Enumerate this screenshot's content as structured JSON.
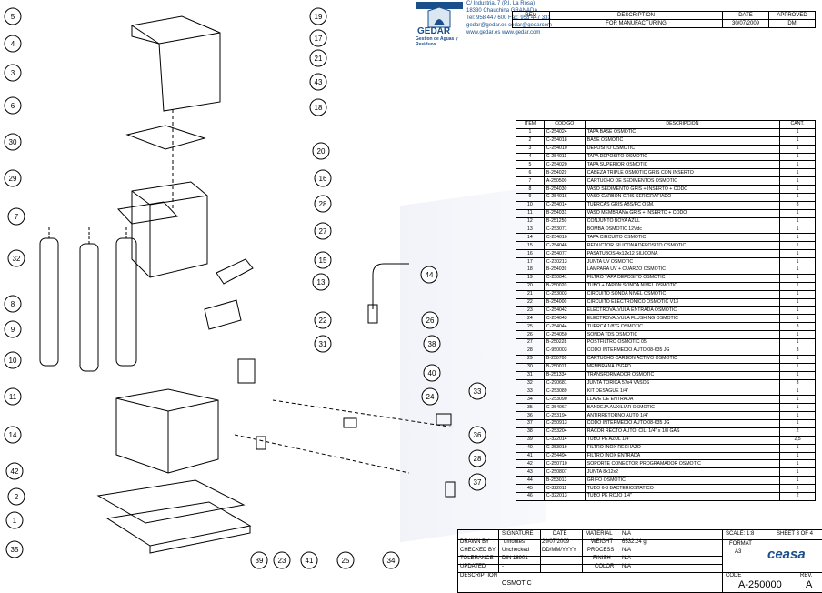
{
  "company": {
    "name": "GEDAR",
    "subtitle": "Gestion de Aguas y Residuos",
    "address_line1": "C/ Industria, 7    (P.I. La Rosa)",
    "address_line2": "18330 Chauchina GRANADA",
    "phone_line": "Tel: 958 447 600   Fax: 958 447 331",
    "email_line": "gedar@gedar.es   cedar@gedarcom",
    "web_line": "www.gedar.es   www.gedar.com",
    "phone_prefix": "Tel:",
    "phone_suffix": "1"
  },
  "revision_table": {
    "headers": [
      "REV.",
      "DESCRIPTION",
      "DATE",
      "APPROVED"
    ],
    "rows": [
      [
        "",
        "FOR MANUFACTURING",
        "30/07/2009",
        "DM"
      ]
    ]
  },
  "parts_list": {
    "headers": [
      "ITEM",
      "CÓDIGO",
      "DESCRIPCIÓN",
      "CANT."
    ],
    "rows": [
      [
        "1",
        "C-254024",
        "TAPA BASE OSMOTIC",
        "1"
      ],
      [
        "2",
        "C-254018",
        "BASE OSMOTIC",
        "1"
      ],
      [
        "3",
        "C-254010",
        "DEPÓSITO OSMOTIC",
        "1"
      ],
      [
        "4",
        "C-254011",
        "TAPA DEPÓSITO OSMOTIC",
        "1"
      ],
      [
        "5",
        "C-254020",
        "TAPA SUPERIOR OSMOTIC",
        "1"
      ],
      [
        "6",
        "B-254029",
        "CABEZA TRIPLE OSMOTIC GRIS CON INSERTO",
        "1"
      ],
      [
        "7",
        "A-250500",
        "CARTUCHO DE SEDIMENTOS OSMOTIC",
        "1"
      ],
      [
        "8",
        "B-254030",
        "VASO SEDIMENTO GRIS + INSERTO + CODO",
        "1"
      ],
      [
        "9",
        "C-254016",
        "VASO CARBON GRIS SERIGRAFIADO",
        "1"
      ],
      [
        "10",
        "C-254014",
        "TUERCAS GRIS ABS/PC OSM.",
        "3"
      ],
      [
        "11",
        "B-254031",
        "VASO MEMBRANA GRIS + INSERTO + CODO",
        "1"
      ],
      [
        "12",
        "B-251250",
        "CONJUNTO BOYA AZUL",
        "1"
      ],
      [
        "13",
        "C-253071",
        "BOMBA OSMOTIC 12Vdc",
        "1"
      ],
      [
        "14",
        "C-254010",
        "TAPA CIRCUITO OSMOTIC",
        "1"
      ],
      [
        "15",
        "C-254046",
        "REDUCTOR SILICONA DEPOSITO OSMOTIC",
        "1"
      ],
      [
        "16",
        "C-254077",
        "PASATUBOS 4x12x12 SILICONA",
        "1"
      ],
      [
        "17",
        "C-230213",
        "JUNTA UV OSMOTIC",
        "1"
      ],
      [
        "18",
        "B-254039",
        "LAMPARA UV + CUARZO OSMOTIC",
        "1"
      ],
      [
        "19",
        "C-250041",
        "FILTRO TAPA DEPÓSITO OSMOTIC",
        "1"
      ],
      [
        "20",
        "B-250020",
        "TUBO + TAPÓN SONDA NIVEL OSMOTIC",
        "1"
      ],
      [
        "21",
        "C-253003",
        "CIRCUITO SONDA NIVEL OSMOTIC",
        "1"
      ],
      [
        "22",
        "B-254000",
        "CIRCUITO ELECTRÓNICO OSMOTIC V13",
        "1"
      ],
      [
        "23",
        "C-254042",
        "ELECTROVALVULA ENTRADA OSMOTIC",
        "1"
      ],
      [
        "24",
        "C-254043",
        "ELECTROVALVULA FLUSHING OSMOTIC",
        "1"
      ],
      [
        "25",
        "C-254044",
        "TUERCA 1/8\"G OSMOTIC",
        "3"
      ],
      [
        "26",
        "C-254050",
        "SONDA TDS OSMOTIC",
        "1"
      ],
      [
        "27",
        "B-250228",
        "POSTFILTRO OSMOTIC 05",
        "1"
      ],
      [
        "28",
        "C-950003",
        "CODO INTERMEDIO AUTO 08-635 JG",
        "3"
      ],
      [
        "29",
        "B-250700",
        "CARTUCHO CARBÓN ACTIVO OSMOTIC",
        "1"
      ],
      [
        "30",
        "B-250011",
        "MEMBRANA 75GPD",
        "1"
      ],
      [
        "31",
        "B-251334",
        "TRANSFORMADOR OSMOTIC",
        "1"
      ],
      [
        "32",
        "C-290681",
        "JUNTA TÓRICA 57x4 VASOS",
        "3"
      ],
      [
        "33",
        "C-253089",
        "KIT DESAGUE 1/4\"",
        "1"
      ],
      [
        "34",
        "C-253090",
        "LLAVE DE ENTRADA",
        "1"
      ],
      [
        "35",
        "C-254067",
        "BANDEJA AUXILIAR OSMOTIC",
        "1"
      ],
      [
        "36",
        "C-253194",
        "ANTIRRETORNO AUTO 1/4\"",
        "1"
      ],
      [
        "37",
        "C-250913",
        "CODO INTERMEDIO AUTO 08-635 JG",
        "1"
      ],
      [
        "38",
        "C-253204",
        "RACOR RECTO AUTO. CIL. 1/4\" x 1/8 GAS",
        "2"
      ],
      [
        "39",
        "C-322014",
        "TUBO PE AZUL 1/4\"",
        "2,5"
      ],
      [
        "40",
        "C-253019",
        "FILTRO INOX RECHAZO",
        "1"
      ],
      [
        "41",
        "C-254494",
        "FILTRO INOX ENTRADA",
        "1"
      ],
      [
        "42",
        "C-250710",
        "SOPORTE CONECTOR PROGRAMADOR OSMOTIC",
        "1"
      ],
      [
        "43",
        "C-250807",
        "JUNTA 8x12x2",
        "1"
      ],
      [
        "44",
        "B-253013",
        "GRIFO OSMOTIC",
        "1"
      ],
      [
        "45",
        "C-322011",
        "TUBO 6-8 BACTERIOSTATICO",
        "2"
      ],
      [
        "46",
        "C-322013",
        "TUBO PE ROJO 1/4\"",
        "2"
      ]
    ]
  },
  "title_block": {
    "col_signature": "SIGNATURE",
    "col_date": "DATE",
    "drawn_by_label": "DRAWN BY",
    "drawn_by_sig": "dmontes",
    "drawn_by_date": "29/07/2009",
    "checked_by_label": "CHECKED BY",
    "checked_by_sig": "Unchecked",
    "checked_by_date": "DD/MM/YYYY",
    "tolerance_label": "TOLERANCE",
    "tolerance_value": "DIN 16901",
    "updated_label": "UPDATED",
    "updated_value": "-",
    "description_label": "DESCRIPTION",
    "description_value": "OSMOTIC",
    "material_label": "MATERIAL",
    "material_value": "N/A",
    "weight_label": "WEIGHT",
    "weight_value": "6532.24 g",
    "process_label": "PROCESS",
    "process_value": "N/A",
    "finish_label": "FINISH",
    "finish_value": "N/A",
    "color_label": "COLOR",
    "color_value": "N/A",
    "scale": "SCALE: 1:8",
    "sheet": "SHEET 3 OF 4",
    "format_label": "FORMAT",
    "format_value": "A3",
    "code_label": "CODE",
    "code_value": "A-250000",
    "rev_label": "REV.",
    "rev_value": "A",
    "brand": "ceasa"
  },
  "balloons": [
    {
      "n": "5"
    },
    {
      "n": "4"
    },
    {
      "n": "3"
    },
    {
      "n": "6"
    },
    {
      "n": "30"
    },
    {
      "n": "29"
    },
    {
      "n": "7"
    },
    {
      "n": "32"
    },
    {
      "n": "8"
    },
    {
      "n": "9"
    },
    {
      "n": "10"
    },
    {
      "n": "11"
    },
    {
      "n": "14"
    },
    {
      "n": "42"
    },
    {
      "n": "2"
    },
    {
      "n": "1"
    },
    {
      "n": "35"
    },
    {
      "n": "19"
    },
    {
      "n": "17"
    },
    {
      "n": "21"
    },
    {
      "n": "43"
    },
    {
      "n": "18"
    },
    {
      "n": "20"
    },
    {
      "n": "16"
    },
    {
      "n": "28"
    },
    {
      "n": "27"
    },
    {
      "n": "15"
    },
    {
      "n": "13"
    },
    {
      "n": "22"
    },
    {
      "n": "31"
    },
    {
      "n": "44"
    },
    {
      "n": "26"
    },
    {
      "n": "38"
    },
    {
      "n": "40"
    },
    {
      "n": "24"
    },
    {
      "n": "33"
    },
    {
      "n": "36"
    },
    {
      "n": "28"
    },
    {
      "n": "37"
    },
    {
      "n": "39"
    },
    {
      "n": "23"
    },
    {
      "n": "41"
    },
    {
      "n": "25"
    },
    {
      "n": "34"
    }
  ]
}
